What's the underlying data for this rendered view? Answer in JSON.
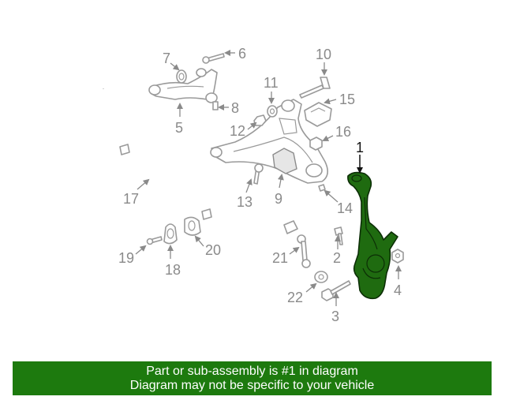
{
  "banner": {
    "line1": "Part or sub-assembly is #1 in diagram",
    "line2": "Diagram may not be specific to your vehicle"
  },
  "callouts": {
    "c1": "1",
    "c2": "2",
    "c3": "3",
    "c4": "4",
    "c5": "5",
    "c6": "6",
    "c7": "7",
    "c8": "8",
    "c9": "9",
    "c10": "10",
    "c11": "11",
    "c12": "12",
    "c13": "13",
    "c14": "14",
    "c15": "15",
    "c16": "16",
    "c17": "17",
    "c18": "18",
    "c19": "19",
    "c20": "20",
    "c21": "21",
    "c22": "22"
  },
  "colors": {
    "highlight_part": "#1f6b10",
    "banner_background": "#1d7a0e",
    "line_art": "#9a9a9a"
  }
}
